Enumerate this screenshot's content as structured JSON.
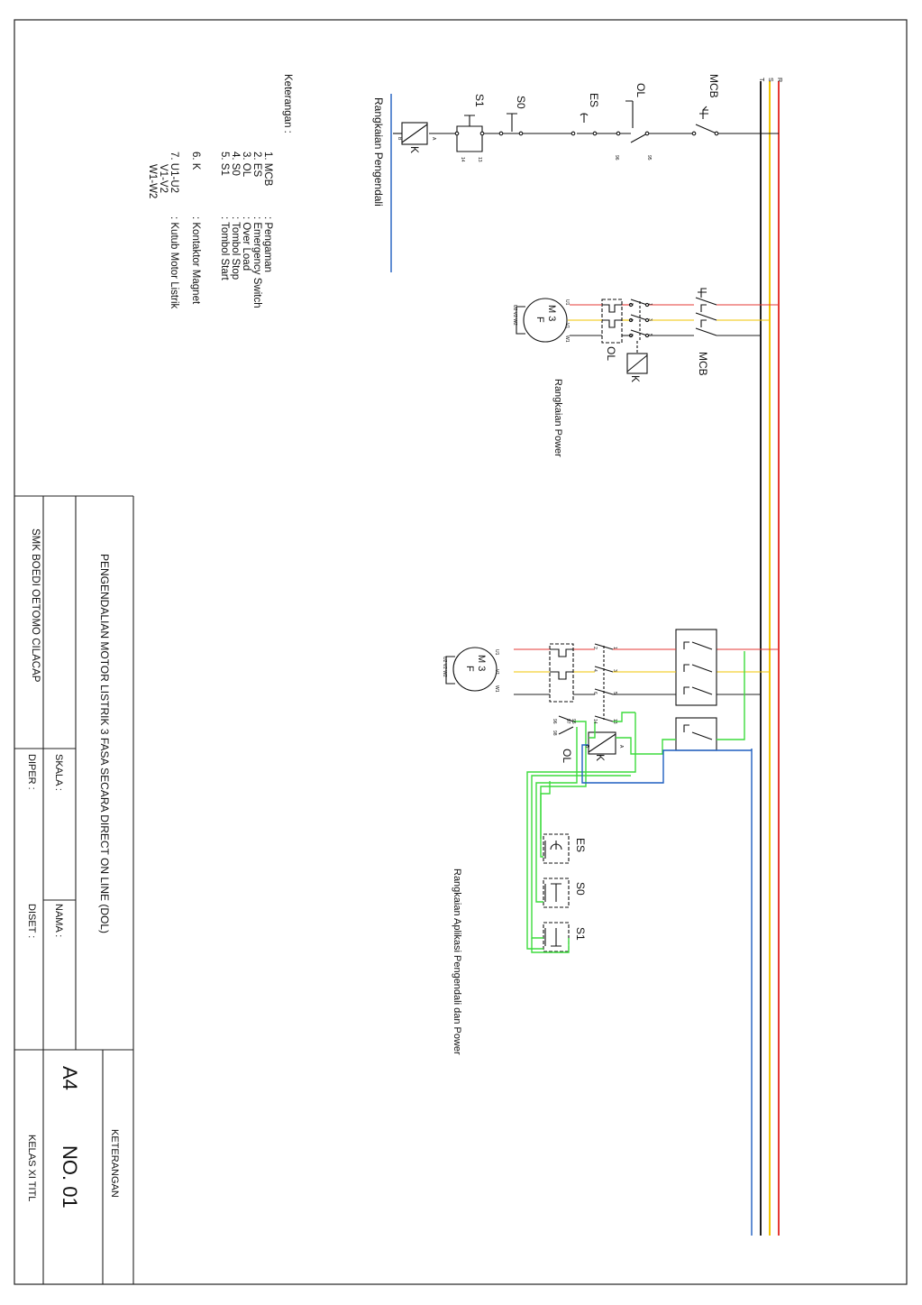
{
  "buses": {
    "labels": [
      "R",
      "S",
      "T"
    ],
    "colors": {
      "R": "#e53935",
      "S": "#f2c500",
      "T": "#222222",
      "N": "#1f5fc0",
      "wire": "#111111",
      "jumper": "#3ddc3d"
    }
  },
  "control_circuit": {
    "caption": "Rangkaian Pengendali",
    "labels": {
      "mcb": "MCB",
      "ol": "OL",
      "es": "ES",
      "s0": "S0",
      "s1": "S1",
      "k": "K"
    },
    "pins": {
      "ol_a": "95",
      "ol_b": "96",
      "s1_a": "13",
      "s1_b": "14",
      "k_a": "A",
      "k_b": "B"
    }
  },
  "power_circuit": {
    "caption": "Rangkaian Power",
    "labels": {
      "mcb": "MCB",
      "k": "K",
      "ol": "OL",
      "motor_line1": "M 3",
      "motor_line2": "F"
    },
    "pins": {
      "t1": "1",
      "t3": "3",
      "t5": "5",
      "t2": "2",
      "t4": "4",
      "t6": "6",
      "u1": "U1",
      "v1": "V1",
      "w1": "W1",
      "ends": "U2  V2  W2"
    }
  },
  "application_circuit": {
    "caption": "Rangkaian Aplikasi Pengendali dan Power",
    "labels": {
      "es": "ES",
      "s0": "S0",
      "s1": "S1",
      "k": "K",
      "ol": "OL",
      "motor_line1": "M 3",
      "motor_line2": "F"
    },
    "pins": {
      "t1": "1",
      "t3": "3",
      "t5": "5",
      "t2": "2",
      "t4": "4",
      "t6": "6",
      "k13": "13",
      "k14": "14",
      "ol95": "95",
      "ol96": "96",
      "ol97": "97",
      "ol98": "98",
      "ka": "A",
      "kb": "B",
      "u1": "U1",
      "v1": "V1",
      "w1": "W1",
      "ends": "U2  V2  W2"
    }
  },
  "legend": {
    "title": "Keterangan :",
    "items": [
      {
        "num": "1. MCB",
        "desc": ": Pengaman"
      },
      {
        "num": "2. ES",
        "desc": ": Emergency Switch"
      },
      {
        "num": "3. OL",
        "desc": ": Over Load"
      },
      {
        "num": "4. S0",
        "desc": ": Tombol Stop"
      },
      {
        "num": "5. S1",
        "desc": ": Tombol Start"
      },
      {
        "num": "6. K",
        "desc": ": Kontaktor Magnet"
      },
      {
        "num": "7. U1-U2",
        "desc": ": Kutub Motor Listrik"
      },
      {
        "num": "V1-V2",
        "desc": ""
      },
      {
        "num": "W1-W2",
        "desc": ""
      }
    ]
  },
  "title_block": {
    "title": "PENGENDALIAN MOTOR LISTRIK 3 FASA SECARA DIRECT ON LINE (DOL)",
    "school": "SMK BOEDI OETOMO CILACAP",
    "skala": "SKALA :",
    "nama": "NAMA :",
    "diper": "DIPER :",
    "diset": "DISET :",
    "paper": "A4",
    "number": "NO. 01",
    "kelas": "KELAS XI TITL",
    "keterangan": "KETERANGAN"
  }
}
